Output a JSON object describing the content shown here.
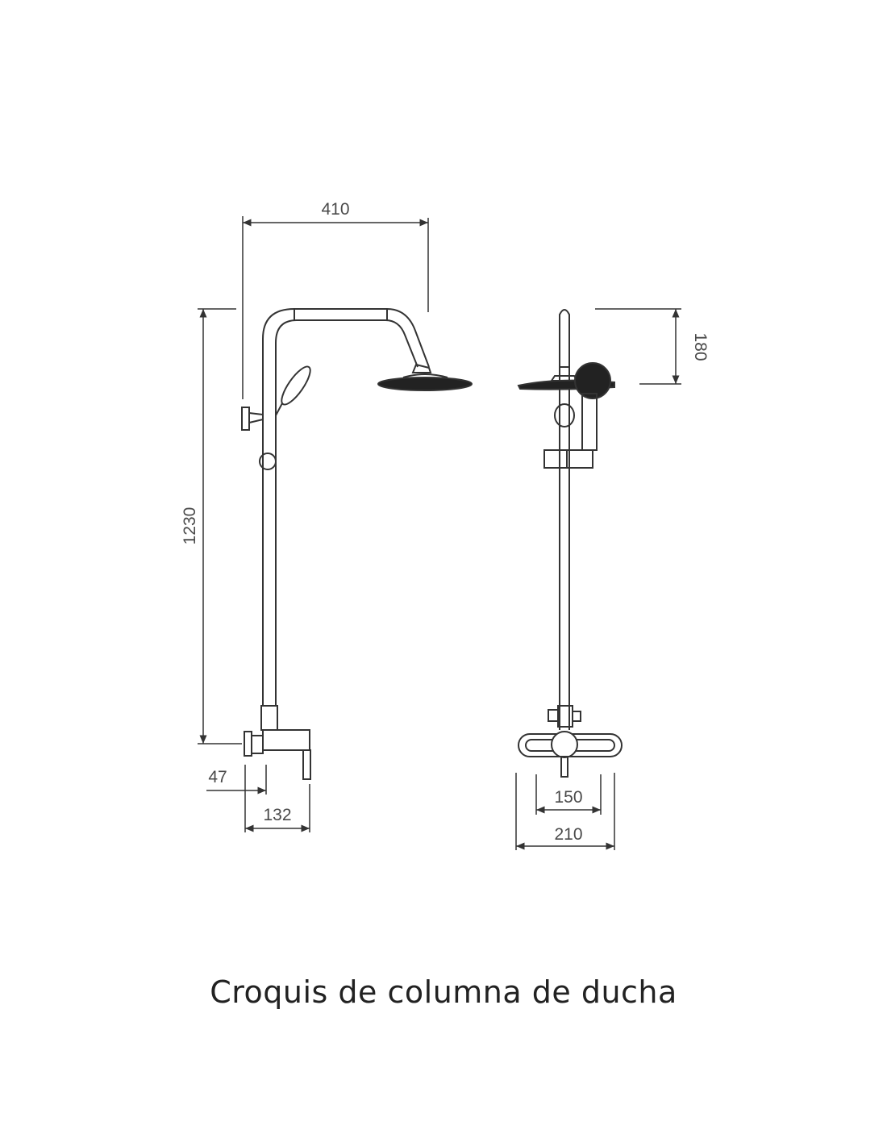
{
  "dimensions": {
    "width_arm": "410",
    "height_total": "1230",
    "head_height": "180",
    "wall_offset": "47",
    "mixer_depth": "132",
    "mixer_centers": "150",
    "mixer_width": "210"
  },
  "caption": "Croquis de columna de ducha",
  "colors": {
    "line": "#333333",
    "text": "#4a4a4a"
  }
}
